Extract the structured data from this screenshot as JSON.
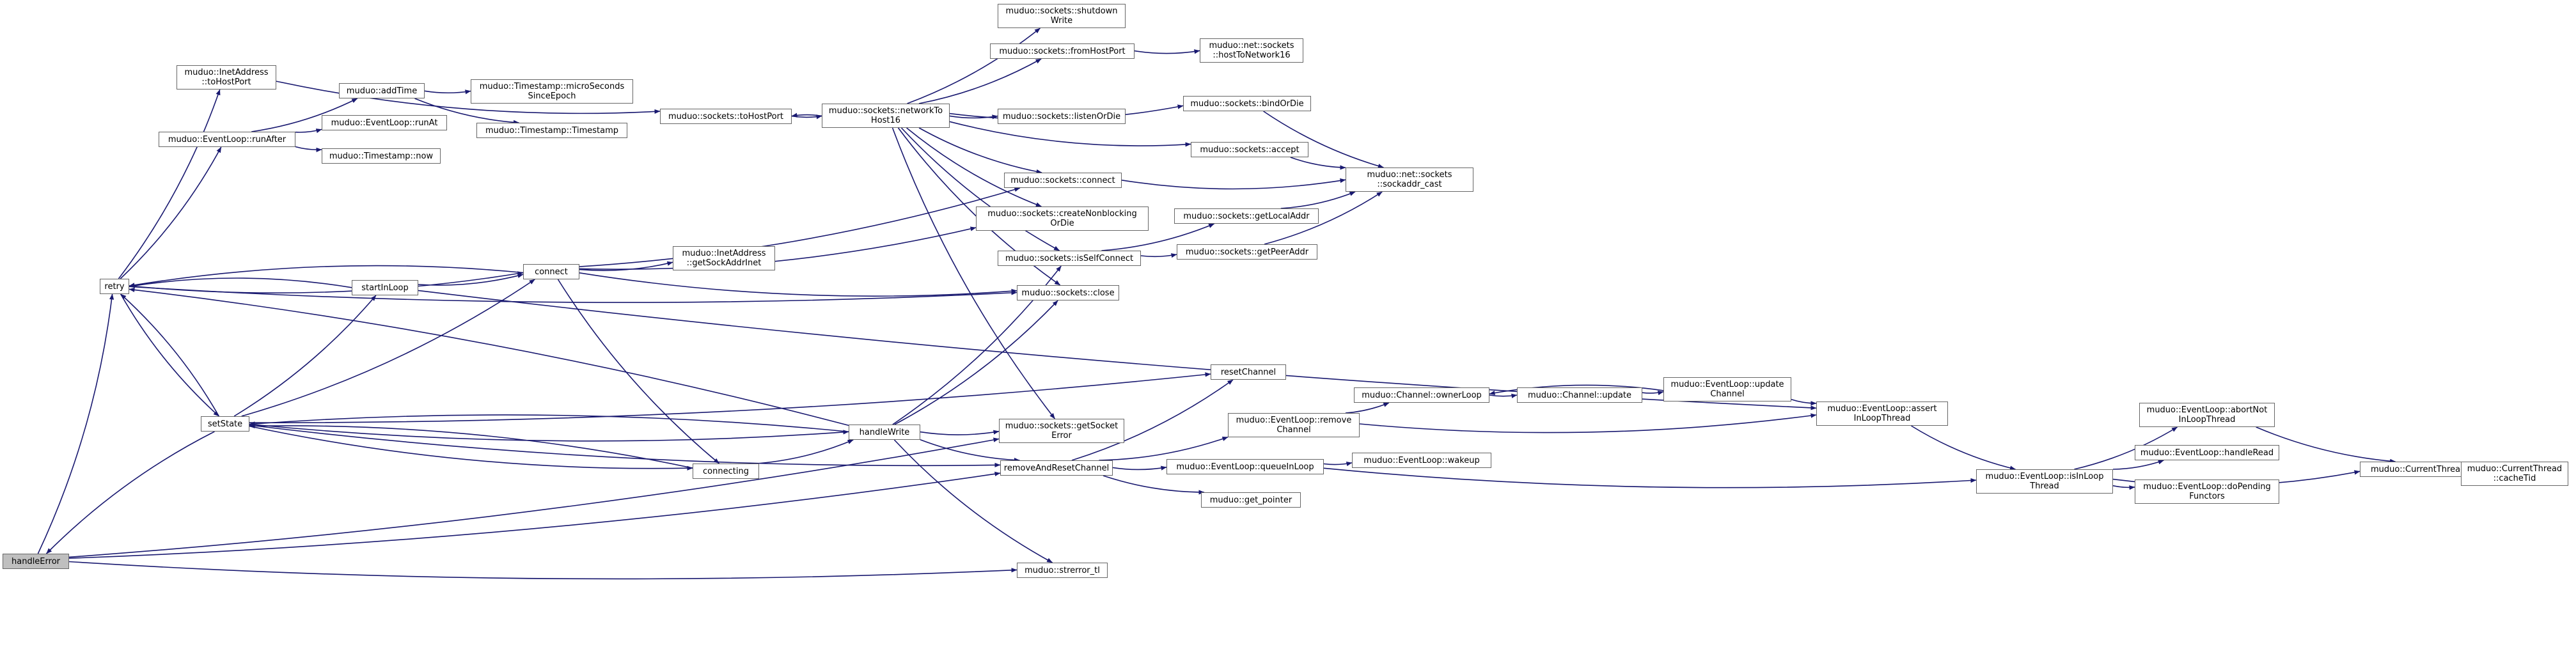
{
  "graph": {
    "edge_color": "#191970",
    "focus_fill": "#bfbfbf",
    "nodes": [
      {
        "id": "handleError",
        "lines": [
          "handleError"
        ],
        "focus": true
      },
      {
        "id": "retry",
        "lines": [
          "retry"
        ]
      },
      {
        "id": "setState",
        "lines": [
          "setState"
        ]
      },
      {
        "id": "startInLoop",
        "lines": [
          "startInLoop"
        ]
      },
      {
        "id": "connect",
        "lines": [
          "connect"
        ]
      },
      {
        "id": "connecting",
        "lines": [
          "connecting"
        ]
      },
      {
        "id": "handleWrite",
        "lines": [
          "handleWrite"
        ]
      },
      {
        "id": "removeAndResetChannel",
        "lines": [
          "removeAndResetChannel"
        ]
      },
      {
        "id": "resetChannel",
        "lines": [
          "resetChannel"
        ]
      },
      {
        "id": "strerror_tl",
        "lines": [
          "muduo::strerror_tl"
        ]
      },
      {
        "id": "getSocketError",
        "lines": [
          "muduo::sockets::getSocket",
          "Error"
        ]
      },
      {
        "id": "inetToHostPort",
        "lines": [
          "muduo::InetAddress",
          "::toHostPort"
        ]
      },
      {
        "id": "runAfter",
        "lines": [
          "muduo::EventLoop::runAfter"
        ]
      },
      {
        "id": "addTime",
        "lines": [
          "muduo::addTime"
        ]
      },
      {
        "id": "runAt",
        "lines": [
          "muduo::EventLoop::runAt"
        ]
      },
      {
        "id": "tsNow",
        "lines": [
          "muduo::Timestamp::now"
        ]
      },
      {
        "id": "tsMicro",
        "lines": [
          "muduo::Timestamp::microSeconds",
          "SinceEpoch"
        ]
      },
      {
        "id": "tsCtor",
        "lines": [
          "muduo::Timestamp::Timestamp"
        ]
      },
      {
        "id": "sockToHostPort",
        "lines": [
          "muduo::sockets::toHostPort"
        ]
      },
      {
        "id": "networkToHost16",
        "lines": [
          "muduo::sockets::networkTo",
          "Host16"
        ]
      },
      {
        "id": "shutdownWrite",
        "lines": [
          "muduo::sockets::shutdown",
          "Write"
        ]
      },
      {
        "id": "fromHostPort",
        "lines": [
          "muduo::sockets::fromHostPort"
        ]
      },
      {
        "id": "hostToNetwork16",
        "lines": [
          "muduo::net::sockets",
          "::hostToNetwork16"
        ]
      },
      {
        "id": "listenOrDie",
        "lines": [
          "muduo::sockets::listenOrDie"
        ]
      },
      {
        "id": "bindOrDie",
        "lines": [
          "muduo::sockets::bindOrDie"
        ]
      },
      {
        "id": "accept",
        "lines": [
          "muduo::sockets::accept"
        ]
      },
      {
        "id": "sockConnect",
        "lines": [
          "muduo::sockets::connect"
        ]
      },
      {
        "id": "createNonblocking",
        "lines": [
          "muduo::sockets::createNonblocking",
          "OrDie"
        ]
      },
      {
        "id": "isSelfConnect",
        "lines": [
          "muduo::sockets::isSelfConnect"
        ]
      },
      {
        "id": "sockClose",
        "lines": [
          "muduo::sockets::close"
        ]
      },
      {
        "id": "getLocalAddr",
        "lines": [
          "muduo::sockets::getLocalAddr"
        ]
      },
      {
        "id": "getPeerAddr",
        "lines": [
          "muduo::sockets::getPeerAddr"
        ]
      },
      {
        "id": "sockaddrCast",
        "lines": [
          "muduo::net::sockets",
          "::sockaddr_cast"
        ]
      },
      {
        "id": "getSockAddrInet",
        "lines": [
          "muduo::InetAddress",
          "::getSockAddrInet"
        ]
      },
      {
        "id": "removeChannel",
        "lines": [
          "muduo::EventLoop::remove",
          "Channel"
        ]
      },
      {
        "id": "queueInLoop",
        "lines": [
          "muduo::EventLoop::queueInLoop"
        ]
      },
      {
        "id": "getPointer",
        "lines": [
          "muduo::get_pointer"
        ]
      },
      {
        "id": "ownerLoop",
        "lines": [
          "muduo::Channel::ownerLoop"
        ]
      },
      {
        "id": "channelUpdate",
        "lines": [
          "muduo::Channel::update"
        ]
      },
      {
        "id": "updateChannel",
        "lines": [
          "muduo::EventLoop::update",
          "Channel"
        ]
      },
      {
        "id": "wakeup",
        "lines": [
          "muduo::EventLoop::wakeup"
        ]
      },
      {
        "id": "assertInLoopThread",
        "lines": [
          "muduo::EventLoop::assert",
          "InLoopThread"
        ]
      },
      {
        "id": "isInLoopThread",
        "lines": [
          "muduo::EventLoop::isInLoop",
          "Thread"
        ]
      },
      {
        "id": "abortNotInLoopThread",
        "lines": [
          "muduo::EventLoop::abortNot",
          "InLoopThread"
        ]
      },
      {
        "id": "handleRead",
        "lines": [
          "muduo::EventLoop::handleRead"
        ]
      },
      {
        "id": "doPendingFunctors",
        "lines": [
          "muduo::EventLoop::doPending",
          "Functors"
        ]
      },
      {
        "id": "tid",
        "lines": [
          "muduo::CurrentThread::tid"
        ]
      },
      {
        "id": "cacheTid",
        "lines": [
          "muduo::CurrentThread",
          "::cacheTid"
        ]
      }
    ],
    "edges": [
      [
        "handleError",
        "retry"
      ],
      [
        "handleError",
        "removeAndResetChannel"
      ],
      [
        "handleError",
        "getSocketError"
      ],
      [
        "handleError",
        "strerror_tl"
      ],
      [
        "retry",
        "inetToHostPort"
      ],
      [
        "retry",
        "runAfter"
      ],
      [
        "retry",
        "setState"
      ],
      [
        "retry",
        "connect"
      ],
      [
        "retry",
        "sockClose"
      ],
      [
        "setState",
        "retry"
      ],
      [
        "setState",
        "handleError"
      ],
      [
        "setState",
        "startInLoop"
      ],
      [
        "setState",
        "connect"
      ],
      [
        "setState",
        "connecting"
      ],
      [
        "setState",
        "handleWrite"
      ],
      [
        "setState",
        "resetChannel"
      ],
      [
        "setState",
        "removeAndResetChannel"
      ],
      [
        "startInLoop",
        "retry"
      ],
      [
        "startInLoop",
        "connect"
      ],
      [
        "startInLoop",
        "assertInLoopThread"
      ],
      [
        "connect",
        "retry"
      ],
      [
        "connect",
        "sockConnect"
      ],
      [
        "connect",
        "createNonblocking"
      ],
      [
        "connect",
        "getSockAddrInet"
      ],
      [
        "connect",
        "sockClose"
      ],
      [
        "connect",
        "connecting"
      ],
      [
        "connecting",
        "setState"
      ],
      [
        "connecting",
        "handleWrite"
      ],
      [
        "handleWrite",
        "setState"
      ],
      [
        "handleWrite",
        "retry"
      ],
      [
        "handleWrite",
        "isSelfConnect"
      ],
      [
        "handleWrite",
        "sockClose"
      ],
      [
        "handleWrite",
        "getSocketError"
      ],
      [
        "handleWrite",
        "removeAndResetChannel"
      ],
      [
        "handleWrite",
        "strerror_tl"
      ],
      [
        "removeAndResetChannel",
        "resetChannel"
      ],
      [
        "removeAndResetChannel",
        "removeChannel"
      ],
      [
        "removeAndResetChannel",
        "queueInLoop"
      ],
      [
        "removeAndResetChannel",
        "getPointer"
      ],
      [
        "inetToHostPort",
        "sockToHostPort"
      ],
      [
        "runAfter",
        "addTime"
      ],
      [
        "runAfter",
        "runAt"
      ],
      [
        "runAfter",
        "tsNow"
      ],
      [
        "addTime",
        "tsMicro"
      ],
      [
        "addTime",
        "tsCtor"
      ],
      [
        "sockToHostPort",
        "networkToHost16"
      ],
      [
        "networkToHost16",
        "sockToHostPort"
      ],
      [
        "networkToHost16",
        "shutdownWrite"
      ],
      [
        "networkToHost16",
        "fromHostPort"
      ],
      [
        "networkToHost16",
        "listenOrDie"
      ],
      [
        "networkToHost16",
        "bindOrDie"
      ],
      [
        "networkToHost16",
        "accept"
      ],
      [
        "networkToHost16",
        "sockConnect"
      ],
      [
        "networkToHost16",
        "createNonblocking"
      ],
      [
        "networkToHost16",
        "isSelfConnect"
      ],
      [
        "networkToHost16",
        "sockClose"
      ],
      [
        "networkToHost16",
        "getSocketError"
      ],
      [
        "fromHostPort",
        "hostToNetwork16"
      ],
      [
        "bindOrDie",
        "sockaddrCast"
      ],
      [
        "accept",
        "sockaddrCast"
      ],
      [
        "sockConnect",
        "sockaddrCast"
      ],
      [
        "isSelfConnect",
        "getLocalAddr"
      ],
      [
        "isSelfConnect",
        "getPeerAddr"
      ],
      [
        "getLocalAddr",
        "sockaddrCast"
      ],
      [
        "getPeerAddr",
        "sockaddrCast"
      ],
      [
        "removeChannel",
        "ownerLoop"
      ],
      [
        "removeChannel",
        "assertInLoopThread"
      ],
      [
        "ownerLoop",
        "channelUpdate"
      ],
      [
        "channelUpdate",
        "updateChannel"
      ],
      [
        "updateChannel",
        "ownerLoop"
      ],
      [
        "updateChannel",
        "assertInLoopThread"
      ],
      [
        "queueInLoop",
        "wakeup"
      ],
      [
        "queueInLoop",
        "isInLoopThread"
      ],
      [
        "assertInLoopThread",
        "isInLoopThread"
      ],
      [
        "isInLoopThread",
        "abortNotInLoopThread"
      ],
      [
        "isInLoopThread",
        "handleRead"
      ],
      [
        "isInLoopThread",
        "doPendingFunctors"
      ],
      [
        "isInLoopThread",
        "tid"
      ],
      [
        "abortNotInLoopThread",
        "tid"
      ],
      [
        "tid",
        "cacheTid"
      ]
    ]
  }
}
